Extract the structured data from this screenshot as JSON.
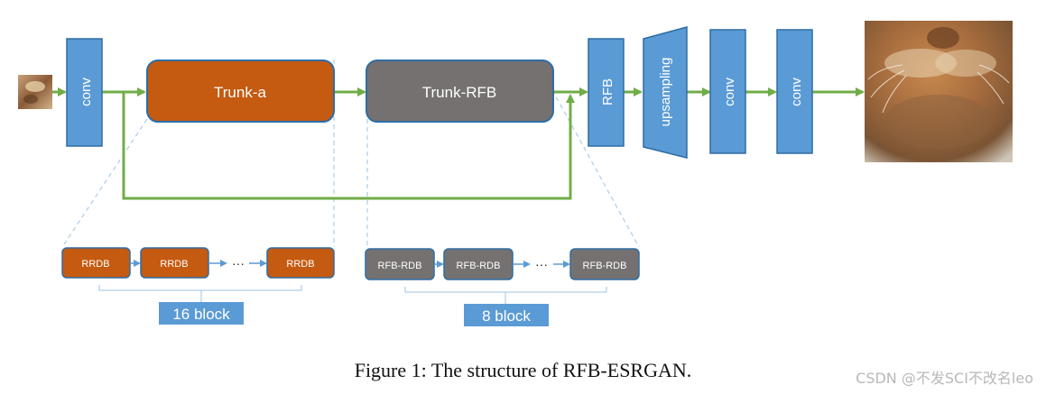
{
  "colors": {
    "blue": "#5b9bd5",
    "blue_border": "#2e6da4",
    "orange": "#c55a11",
    "gray": "#767171",
    "arrow_green": "#70ad47",
    "dashed": "#9dc3e6",
    "small_arrow": "#5b9bd5"
  },
  "blocks": {
    "conv1": "conv",
    "trunk_a": "Trunk-a",
    "trunk_rfb": "Trunk-RFB",
    "rfb": "RFB",
    "upsampling": "upsampling",
    "conv2": "conv",
    "conv3": "conv"
  },
  "left_detail": {
    "blocks": [
      "RRDB",
      "RRDB",
      "RRDB"
    ],
    "ellipsis": "···",
    "count_label": "16 block"
  },
  "right_detail": {
    "blocks": [
      "RFB-RDB",
      "RFB-RDB",
      "RFB-RDB"
    ],
    "ellipsis": "···",
    "count_label": "8 block"
  },
  "images": {
    "input": "low-resolution cat image",
    "output": "super-resolved cat image"
  },
  "caption": "Figure 1: The structure of RFB-ESRGAN.",
  "watermark": "CSDN @不发SCI不改名leo"
}
